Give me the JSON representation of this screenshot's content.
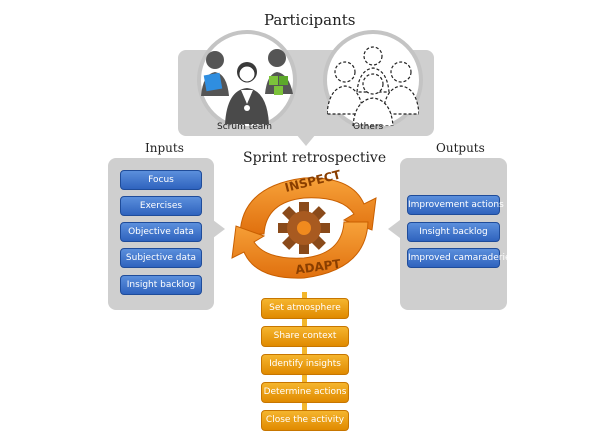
{
  "participants": {
    "title": "Participants",
    "scrum_team_label": "Scrum team",
    "others_label": "Others"
  },
  "inputs": {
    "title": "Inputs",
    "items": [
      "Focus",
      "Exercises",
      "Objective data",
      "Subjective data",
      "Insight backlog"
    ]
  },
  "outputs": {
    "title": "Outputs",
    "items": [
      "Improvement actions",
      "Insight backlog",
      "Improved camaraderie"
    ]
  },
  "retrospective": {
    "title": "Sprint retrospective",
    "inspect_label": "INSPECT",
    "adapt_label": "ADAPT"
  },
  "steps": [
    "Set atmosphere",
    "Share context",
    "Identify insights",
    "Determine actions",
    "Close the activity"
  ],
  "colors": {
    "panel_gray": "#cfcfcf",
    "input_blue": "#3b6fc9",
    "step_orange": "#f0a21a",
    "cycle_orange": "#f08a1e"
  }
}
